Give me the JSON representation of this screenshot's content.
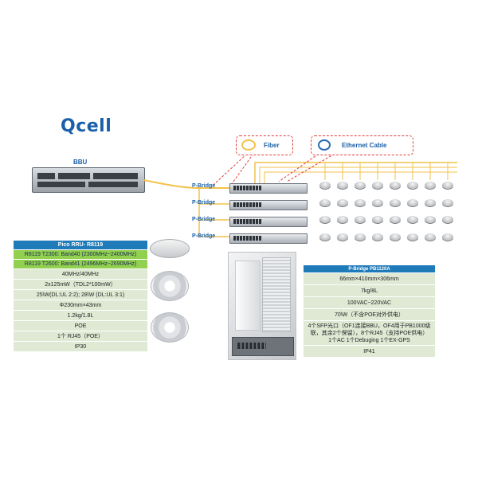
{
  "logo": "Qcell",
  "bbu": {
    "label": "BBU"
  },
  "legend": {
    "fiber": "Fiber",
    "ethernet": "Ethernet Cable"
  },
  "pbridges": [
    "P-Bridge",
    "P-Bridge",
    "P-Bridge",
    "P-Bridge"
  ],
  "rru_table": {
    "title": "Pico RRU- R8119",
    "bands": [
      "R8119 T2300: Band40 (2300MHz~2400MHz)",
      "R8119 T2600: Band41 (2496MHz~2690MHz)"
    ],
    "rows": [
      "40MHz/40MHz",
      "2x125mW（TDL2*100mW）",
      "25\\W(DL:UL 2:2); 28\\W (DL:UL 3:1)",
      "Φ230mm×43mm",
      "1.2kg/1.8L",
      "POE",
      "1个 RJ45（POE）",
      "IP30"
    ]
  },
  "pb_table": {
    "title": "P-Bridge PB1120A",
    "rows": [
      "66mm×410mm×306mm",
      "7kg/8L",
      "100VAC~220VAC",
      "70\\W（不含POE对外供电）"
    ],
    "ports": [
      "4个SFP光口（OF1连接BBU，OF4用于PB1000级",
      "联，其余2个保留），8个RJ45（支持POE供电）",
      "1个AC   1个Debuging 1个EX-GPS"
    ],
    "last": "IP41"
  },
  "colors": {
    "fiber_line": "#f2c24b",
    "accent_blue": "#1a5fa8",
    "header_blue": "#1f7ab8",
    "band_green": "#92d050",
    "cell_green": "#dfe9d4",
    "dash_red": "#e23c3c"
  }
}
